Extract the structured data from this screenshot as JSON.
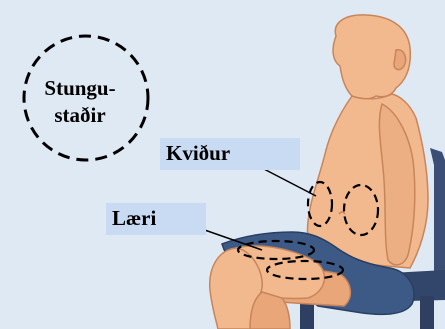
{
  "legend": {
    "line1": "Stungu-",
    "line2": "staðir"
  },
  "labels": {
    "abdomen": "Kviður",
    "thigh": "Læri"
  },
  "colors": {
    "background": "#dfe9f4",
    "skin": "#f2b98e",
    "skin_outline": "#c8855a",
    "shorts": "#3d5a86",
    "chair": "#3a4e76",
    "label_bg": "#c9dbf2",
    "dash": "#000000"
  }
}
